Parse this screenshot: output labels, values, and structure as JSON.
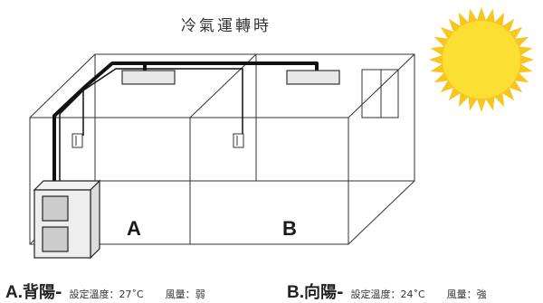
{
  "title": "冷氣運轉時",
  "rooms": [
    {
      "label": "A"
    },
    {
      "label": "B"
    }
  ],
  "captions": [
    {
      "letter": "A.",
      "name": "背陽",
      "dash": "-",
      "temp": "設定溫度：27˚C",
      "fan": "風量：弱"
    },
    {
      "letter": "B.",
      "name": "向陽",
      "dash": "-",
      "temp": "設定溫度：24˚C",
      "fan": "風量：強"
    }
  ],
  "colors": {
    "sun_core": "#fbe033",
    "sun_rays": "#f7c620",
    "line": "#111111",
    "unit_fill": "#e8e8e8",
    "panel_fill": "#cccccc"
  }
}
